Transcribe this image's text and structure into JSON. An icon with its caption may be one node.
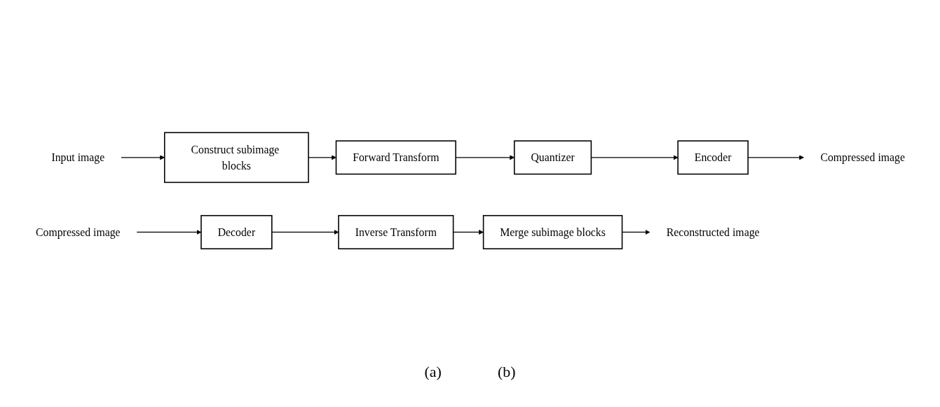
{
  "diagram": {
    "nodes": [
      {
        "text": [
          "Input image"
        ]
      },
      {
        "text": [
          "Construct subimage blocks"
        ]
      },
      {
        "text": [
          "Forward Transform"
        ]
      },
      {
        "text": [
          "Quantizer"
        ]
      },
      {
        "text": [
          "Encoder"
        ]
      },
      {
        "text": [
          "Compressed image"
        ]
      },
      {
        "text": [
          "Compressed image"
        ]
      },
      {
        "text": [
          "Decoder"
        ]
      },
      {
        "text": [
          "Inverse Transform"
        ]
      },
      {
        "text": [
          "Merge subimage blocks"
        ]
      },
      {
        "text": [
          "Reconstructed image"
        ]
      }
    ],
    "edges": [
      {
        "from": 0,
        "to": 1,
        "arrow": "to"
      },
      {
        "from": 1,
        "to": 2,
        "arrow": "to"
      },
      {
        "from": 2,
        "to": 3,
        "arrow": "to"
      },
      {
        "from": 3,
        "to": 4,
        "arrow": "to"
      },
      {
        "from": 4,
        "to": 5,
        "arrow": "to"
      },
      {
        "from": 6,
        "to": 7,
        "arrow": "to"
      },
      {
        "from": 7,
        "to": 8,
        "arrow": "to"
      },
      {
        "from": 8,
        "to": 9,
        "arrow": "to"
      },
      {
        "from": 9,
        "to": 10,
        "arrow": "to"
      }
    ],
    "labels": [
      "(a)",
      "(b)"
    ]
  }
}
